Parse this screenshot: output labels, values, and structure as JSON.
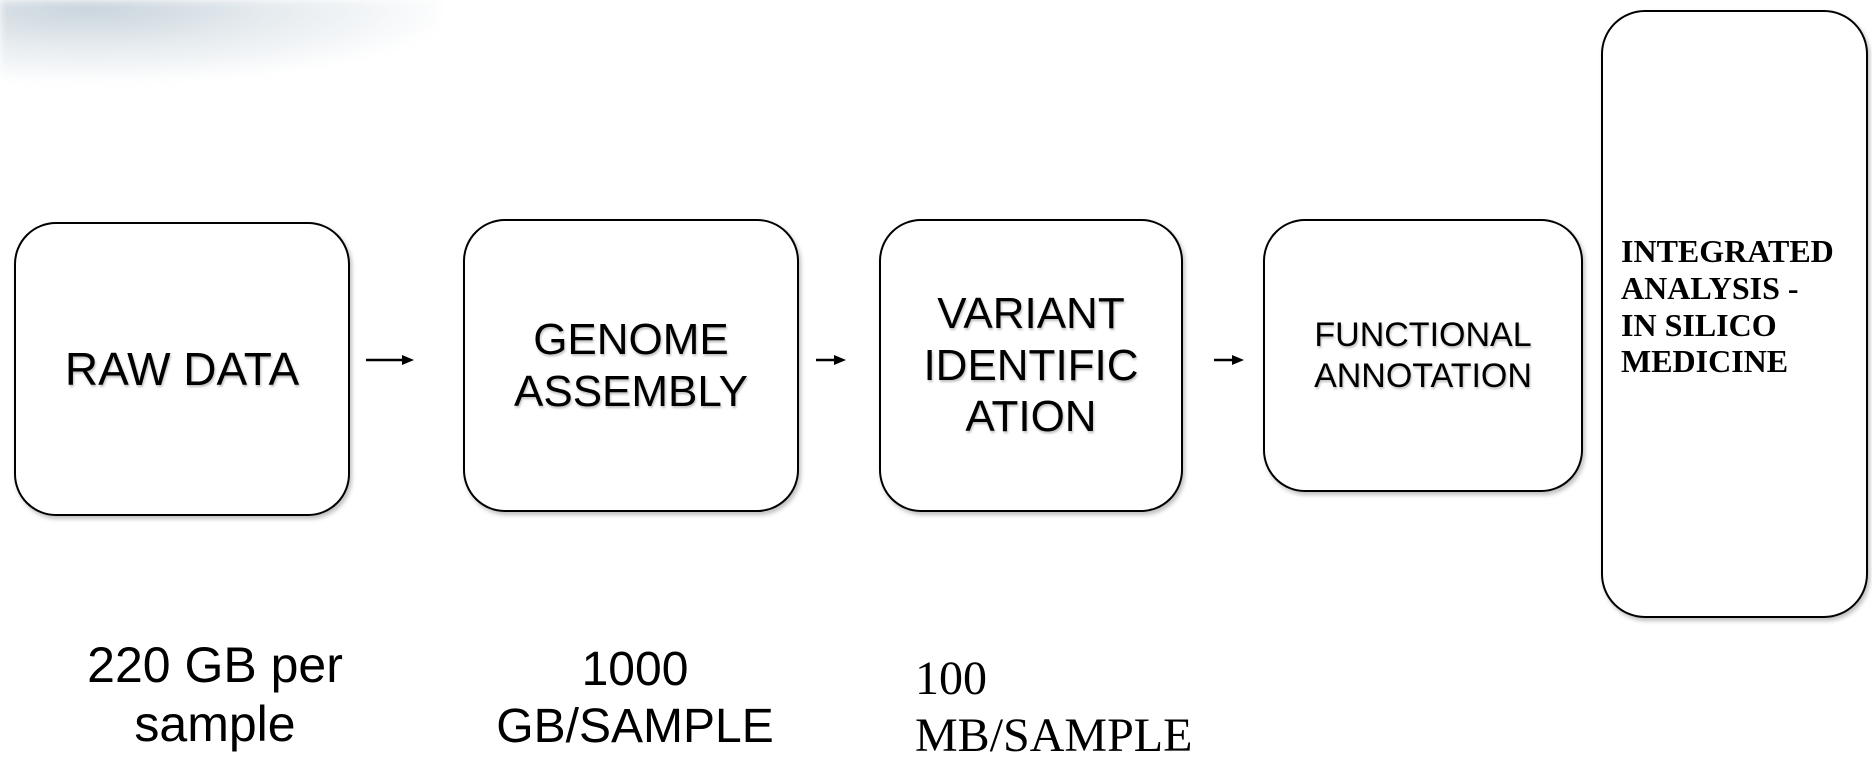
{
  "nodes": {
    "raw_data": "RAW DATA",
    "genome_assembly": "GENOME\nASSEMBLY",
    "variant_identification": "VARIANT\nIDENTIFIC\nATION",
    "functional_annotation": "FUNCTIONAL\nANNOTATION",
    "integrated_analysis": "INTEGRATED\nANALYSIS -\nIN SILICO\nMEDICINE"
  },
  "captions": {
    "raw_data_size": "220 GB per\nsample",
    "genome_assembly_size": "1000\nGB/SAMPLE",
    "variant_identification_size": "100\nMB/SAMPLE"
  }
}
